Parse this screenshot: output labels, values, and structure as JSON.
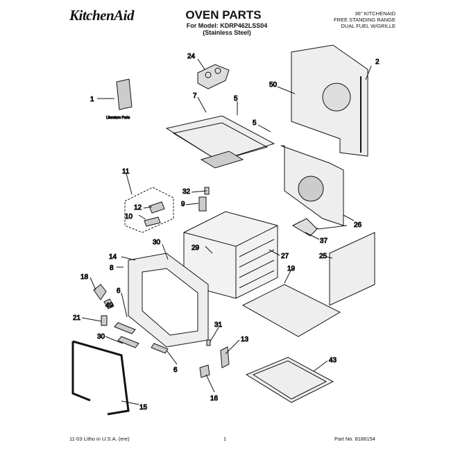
{
  "header": {
    "logo": "KitchenAid",
    "title": "OVEN PARTS",
    "model_line": "For Model: KDRP462LSS04",
    "model_sub": "(Stainless Steel)",
    "desc_line1": "36\" KITCHENAID",
    "desc_line2": "FREE STANDING RANGE",
    "desc_line3": "DUAL FUEL W/GRILLE"
  },
  "literature_label": "Literature Parts",
  "callouts": [
    "24",
    "2",
    "1",
    "7",
    "5",
    "50",
    "5",
    "11",
    "32",
    "9",
    "12",
    "10",
    "26",
    "37",
    "30",
    "14",
    "29",
    "8",
    "27",
    "25",
    "19",
    "18",
    "6",
    "49",
    "21",
    "31",
    "13",
    "30",
    "43",
    "6",
    "16",
    "15"
  ],
  "footer": {
    "left": "11-03 Litho in U.S.A. (ere)",
    "center": "1",
    "right": "Part No. 8186154"
  }
}
